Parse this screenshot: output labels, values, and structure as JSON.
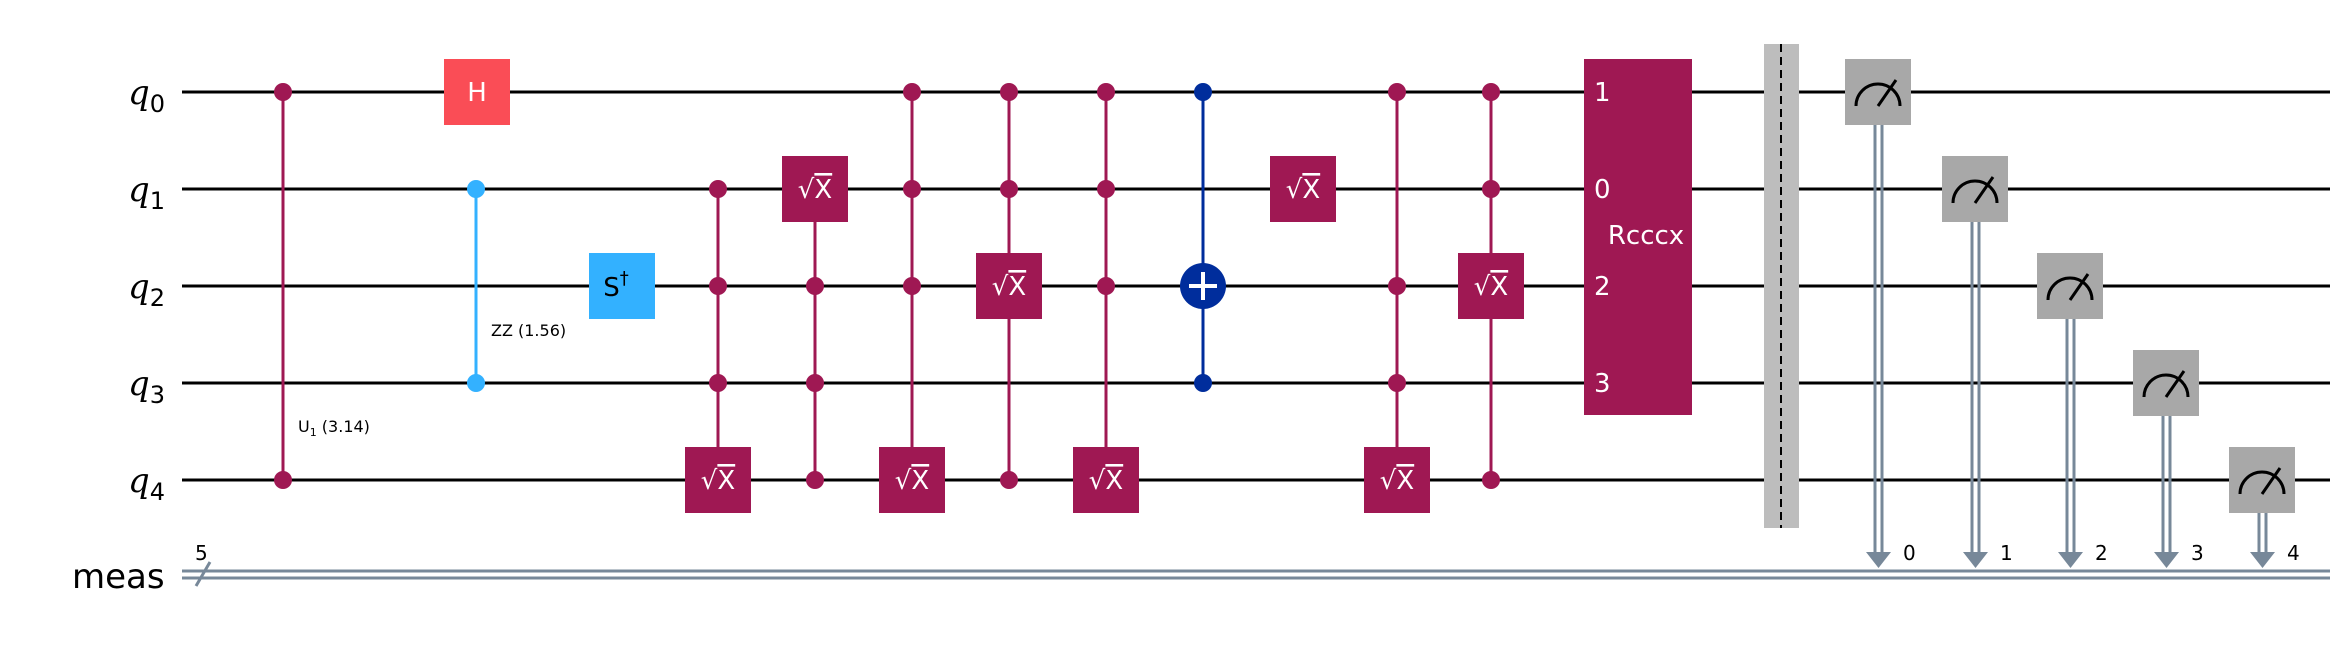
{
  "qubits": [
    {
      "name": "q",
      "index": "0"
    },
    {
      "name": "q",
      "index": "1"
    },
    {
      "name": "q",
      "index": "2"
    },
    {
      "name": "q",
      "index": "3"
    },
    {
      "name": "q",
      "index": "4"
    }
  ],
  "classical": {
    "label": "meas",
    "width": "5",
    "bit_labels": [
      "0",
      "1",
      "2",
      "3",
      "4"
    ]
  },
  "gates": {
    "u1_label": "U",
    "u1_sub": "1",
    "u1_param": " (3.14)",
    "h_label": "H",
    "zz_label": "ZZ (1.56)",
    "sdg_label": "S",
    "sdg_sup": "†",
    "sx_label": "X",
    "sqrt_symbol": "√",
    "rcccx_label": "Rcccx",
    "rcccx_pins": [
      "1",
      "0",
      "2",
      "3"
    ]
  },
  "colors": {
    "purple": "#9F1853",
    "h_red": "#FA4D56",
    "zz_blue": "#33B1FF",
    "cx_blue": "#002D9C",
    "measure_gray": "#A8A8A8",
    "classical": "#778899",
    "barrier": "#BDBDBD"
  }
}
